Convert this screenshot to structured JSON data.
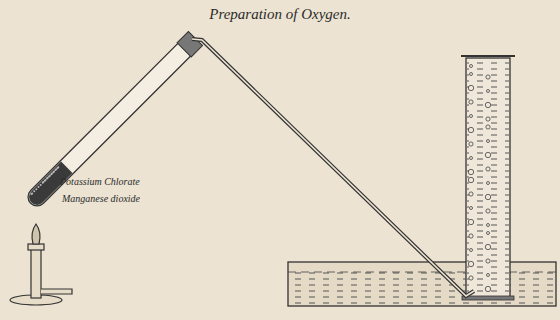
{
  "diagram": {
    "title": "Preparation of Oxygen.",
    "labels": [
      "Potassium Chlorate",
      "Manganese dioxide"
    ]
  }
}
